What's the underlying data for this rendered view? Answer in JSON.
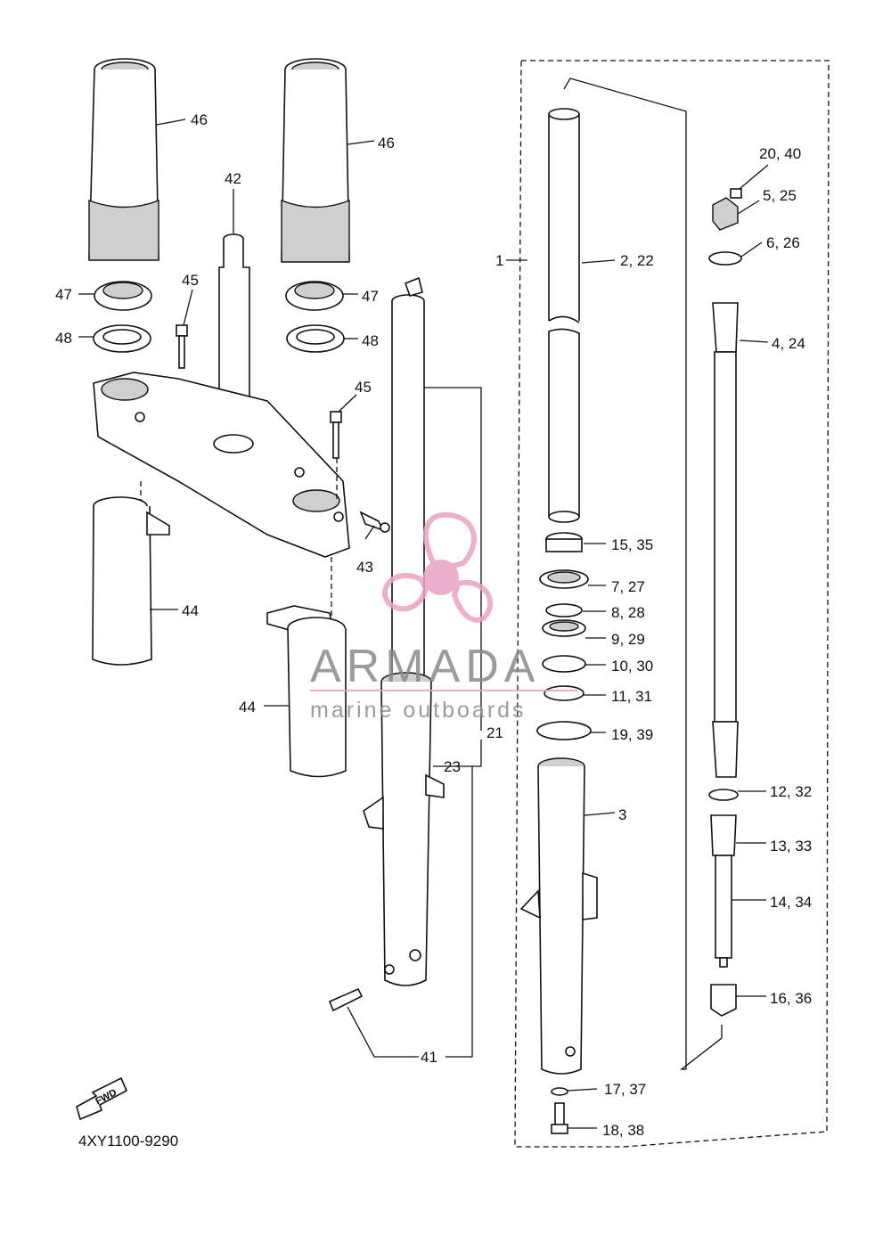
{
  "diagram": {
    "code": "4XY1100-9290",
    "fwd_label": "FWD",
    "callouts": {
      "c1": "1",
      "c2_22": "2, 22",
      "c3": "3",
      "c4_24": "4, 24",
      "c5_25": "5, 25",
      "c6_26": "6, 26",
      "c7_27": "7, 27",
      "c8_28": "8, 28",
      "c9_29": "9, 29",
      "c10_30": "10, 30",
      "c11_31": "11, 31",
      "c12_32": "12, 32",
      "c13_33": "13, 33",
      "c14_34": "14, 34",
      "c15_35": "15, 35",
      "c16_36": "16, 36",
      "c17_37": "17, 37",
      "c18_38": "18, 38",
      "c19_39": "19, 39",
      "c20_40": "20, 40",
      "c21": "21",
      "c23": "23",
      "c41": "41",
      "c42": "42",
      "c43": "43",
      "c44a": "44",
      "c44b": "44",
      "c45a": "45",
      "c45b": "45",
      "c46a": "46",
      "c46b": "46",
      "c47a": "47",
      "c47b": "47",
      "c48a": "48",
      "c48b": "48"
    }
  },
  "watermark": {
    "brand": "ARMADA",
    "tagline": "marine outboards",
    "logo": "propeller-logo",
    "logo_color": "#e9a3c4"
  }
}
